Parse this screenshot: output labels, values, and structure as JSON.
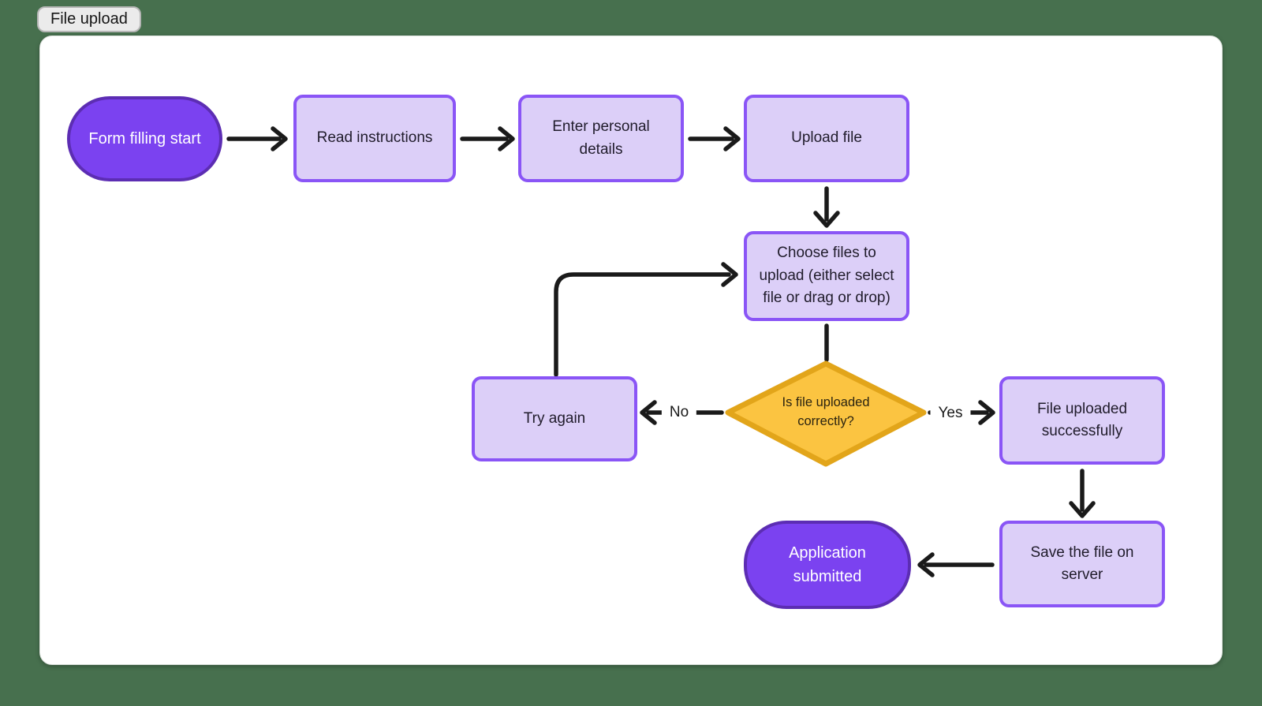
{
  "tab": {
    "label": "File upload"
  },
  "flowchart": {
    "nodes": {
      "start": {
        "label": "Form filling start",
        "type": "terminal"
      },
      "read": {
        "label": "Read instructions",
        "type": "process"
      },
      "enter_details": {
        "label": "Enter personal details",
        "type": "process"
      },
      "upload_file": {
        "label": "Upload file",
        "type": "process"
      },
      "choose_files": {
        "label": "Choose files to upload (either select file or drag or drop)",
        "type": "process"
      },
      "decision": {
        "label": "Is file uploaded correctly?",
        "type": "decision"
      },
      "try_again": {
        "label": "Try again",
        "type": "process"
      },
      "file_uploaded": {
        "label": "File uploaded successfully",
        "type": "process"
      },
      "save_file": {
        "label": "Save the file on server",
        "type": "process"
      },
      "end": {
        "label": "Application submitted",
        "type": "terminal"
      }
    },
    "edge_labels": {
      "yes": "Yes",
      "no": "No"
    },
    "colors": {
      "page_background": "#47704E",
      "card_background": "#FFFFFF",
      "terminal_fill": "#7B42F0",
      "terminal_border": "#5C2DB3",
      "process_fill": "#DCCFF8",
      "process_border": "#8A55F6",
      "decision_fill": "#FBC441",
      "decision_border": "#E2A51A",
      "arrow": "#1A1A1A",
      "text_dark": "#201C2B",
      "text_light": "#FFFFFF"
    }
  }
}
